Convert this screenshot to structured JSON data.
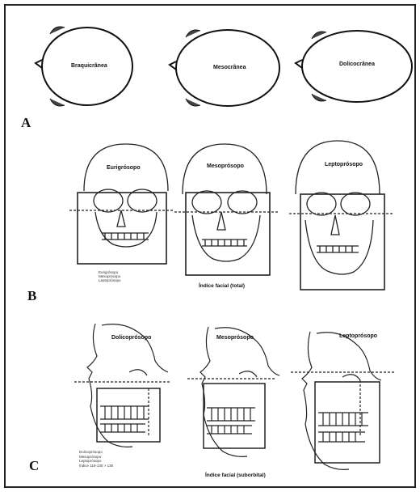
{
  "panel_a": {
    "letter": "A",
    "skulls": [
      {
        "label": "Braquicrânea"
      },
      {
        "label": "Mesocrânea"
      },
      {
        "label": "Dolicocrânea"
      }
    ]
  },
  "panel_b": {
    "letter": "B",
    "faces": [
      {
        "label": "Eurigrósopo"
      },
      {
        "label": "Mesoprósopo"
      },
      {
        "label": "Leptoprósopo"
      }
    ],
    "index_caption": "Índice facial (total)",
    "legend_lines": [
      "Eurigrósopo",
      "Mesoprósopo",
      "Leptoprósopo"
    ]
  },
  "panel_c": {
    "letter": "C",
    "profiles": [
      {
        "label": "Dolicoprósopo"
      },
      {
        "label": "Mesoprósopo"
      },
      {
        "label": "Leptoprósopo"
      }
    ],
    "index_caption": "Índice facial (suborbital)",
    "legend_lines": [
      "Dolicoprósopo",
      "Mesoprósopo",
      "Leptoprósopo",
      "Índice 116-130 > 130"
    ]
  }
}
